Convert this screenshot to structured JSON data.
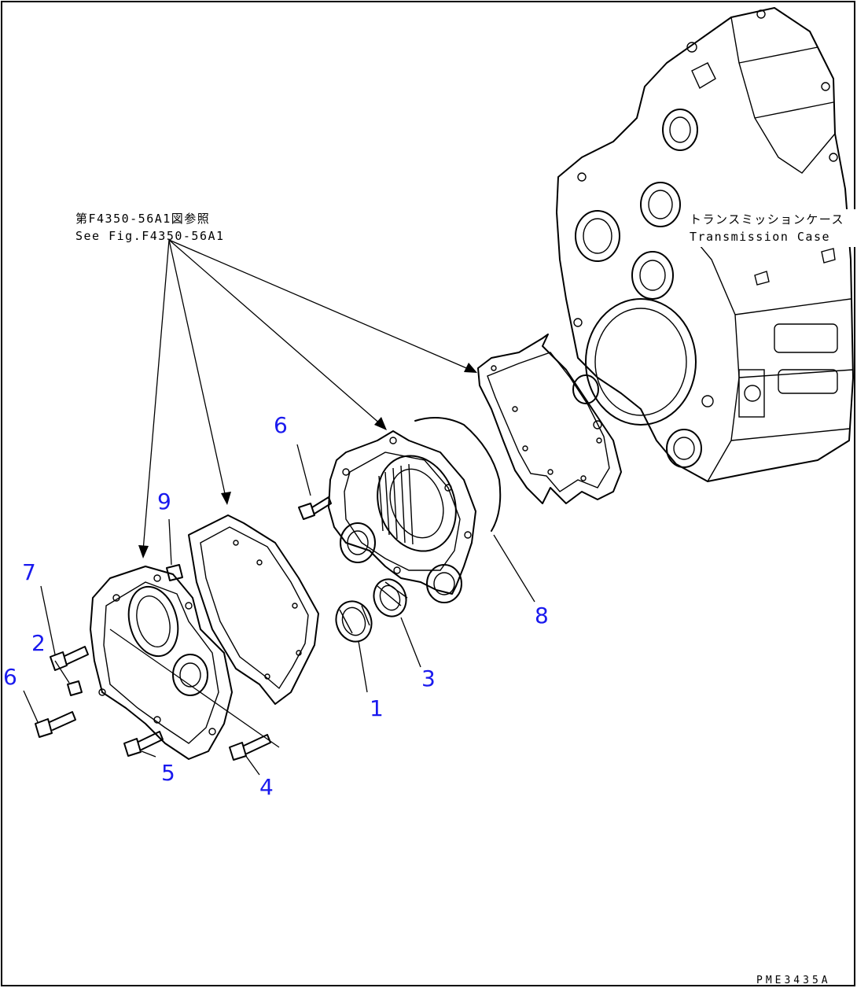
{
  "reference_note": {
    "line_jp": "第F4350-56A1図参照",
    "line_en": "See Fig.F4350-56A1"
  },
  "case_label": {
    "line_jp": "トランスミッションケース",
    "line_en": "Transmission Case"
  },
  "part_numbers": {
    "p1": "1",
    "p2": "2",
    "p3": "3",
    "p4": "4",
    "p5": "5",
    "p6_upper": "6",
    "p6_lower": "6",
    "p7": "7",
    "p8": "8",
    "p9": "9"
  },
  "drawing_code": "PME3435A",
  "colors": {
    "line": "#000000",
    "callout": "#1a1aee",
    "background": "#ffffff"
  }
}
